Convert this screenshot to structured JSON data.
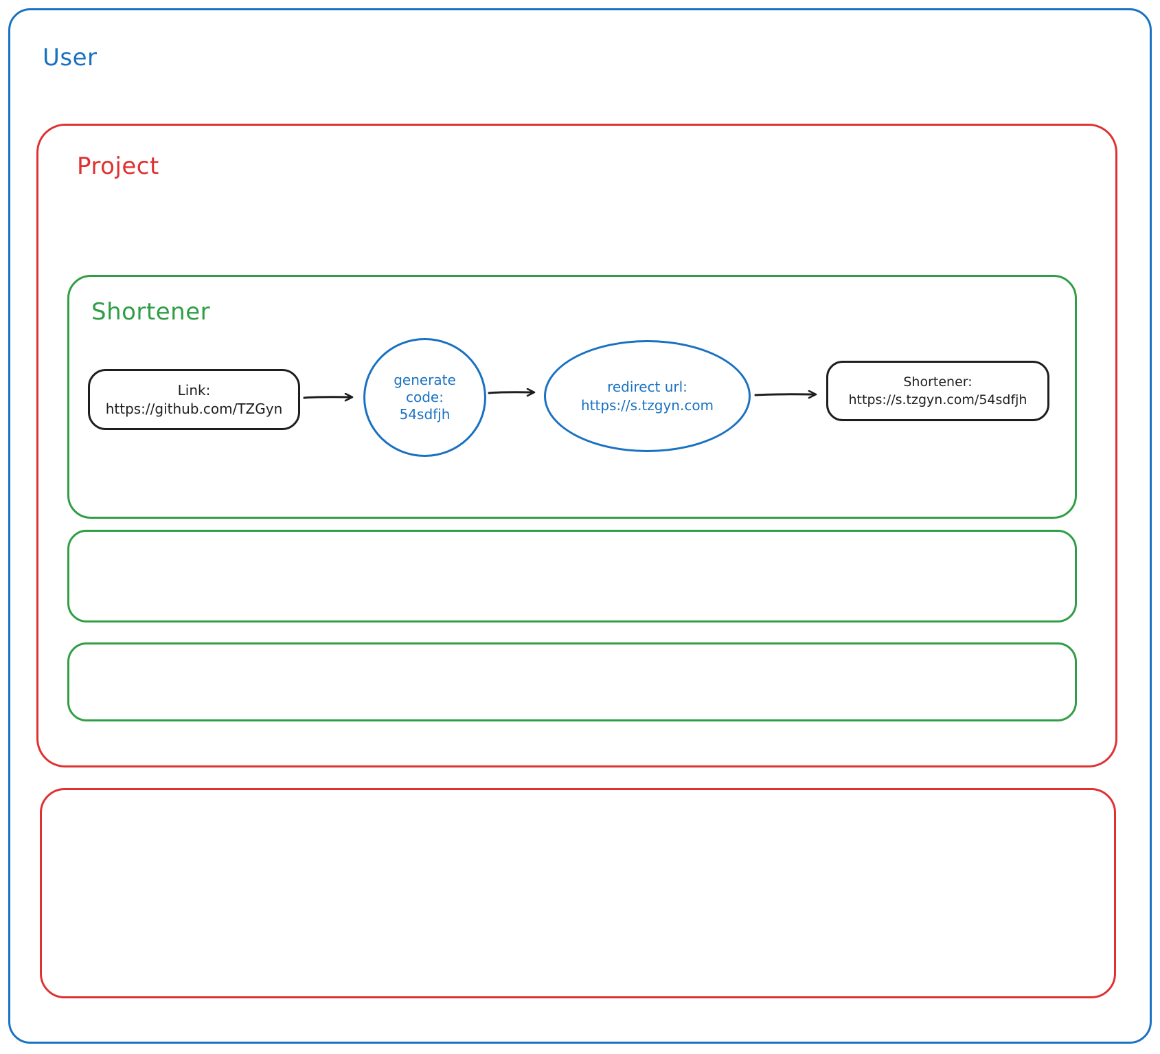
{
  "diagram": {
    "containers": {
      "user_label": "User",
      "project_label": "Project",
      "shortener_label": "Shortener"
    },
    "nodes": {
      "link": {
        "lines": [
          "Link:",
          "https://github.com/TZGyn"
        ]
      },
      "generate_code": {
        "lines": [
          "generate",
          "code:",
          "54sdfjh"
        ]
      },
      "redirect_url": {
        "lines": [
          "redirect url:",
          "https://s.tzgyn.com"
        ]
      },
      "shortener_result": {
        "lines": [
          "Shortener:",
          "https://s.tzgyn.com/54sdfjh"
        ]
      }
    },
    "colors": {
      "user_stroke": "#1971c2",
      "project_stroke": "#e03131",
      "shortener_stroke": "#2f9e44",
      "node_stroke": "#1e1e1e",
      "highlight_node_stroke": "#1971c2",
      "background": "#ffffff"
    }
  }
}
